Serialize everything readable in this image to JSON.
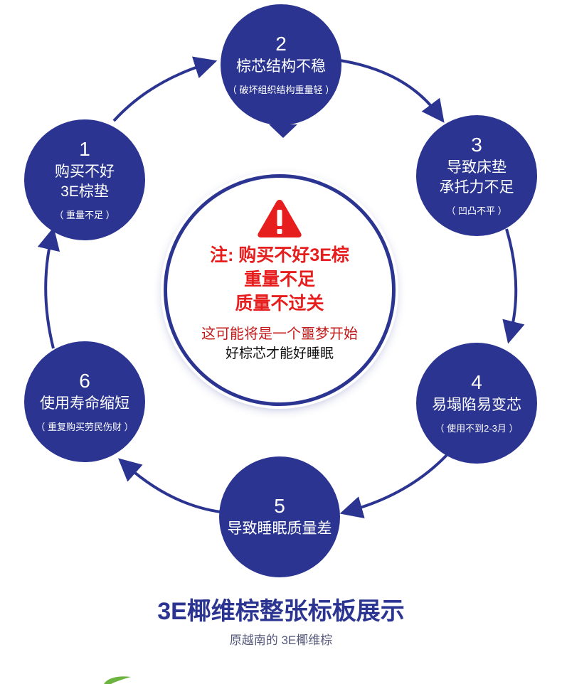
{
  "colors": {
    "primary": "#2b3591",
    "warning_red": "#e61e1e",
    "tip_red": "#c21a1a",
    "leaf_green": "#6cb33f"
  },
  "cycle": [
    {
      "num": "1",
      "title_lines": [
        "购买不好",
        "3E棕垫"
      ],
      "sub": "（ 重量不足 ）"
    },
    {
      "num": "2",
      "title_lines": [
        "棕芯结构不稳"
      ],
      "sub": "（ 破坏组织结构重量轻 ）"
    },
    {
      "num": "3",
      "title_lines": [
        "导致床垫",
        "承托力不足"
      ],
      "sub": "（ 凹凸不平 ）"
    },
    {
      "num": "4",
      "title_lines": [
        "易塌陷易变芯"
      ],
      "sub": "（ 使用不到2-3月 ）"
    },
    {
      "num": "5",
      "title_lines": [
        "导致睡眠质量差"
      ],
      "sub": ""
    },
    {
      "num": "6",
      "title_lines": [
        "使用寿命缩短"
      ],
      "sub": "（ 重复购买劳民伤财 ）"
    }
  ],
  "center": {
    "icon": "warning-triangle-icon",
    "warning_lines": [
      "注: 购买不好3E棕",
      "重量不足",
      "质量不过关"
    ],
    "tip_line_1": "这可能将是一个噩梦开始",
    "tip_line_2": "好棕芯才能好睡眠"
  },
  "footer": {
    "title": "3E椰维棕整张标板展示",
    "subtitle": "原越南的 3E椰维棕"
  }
}
